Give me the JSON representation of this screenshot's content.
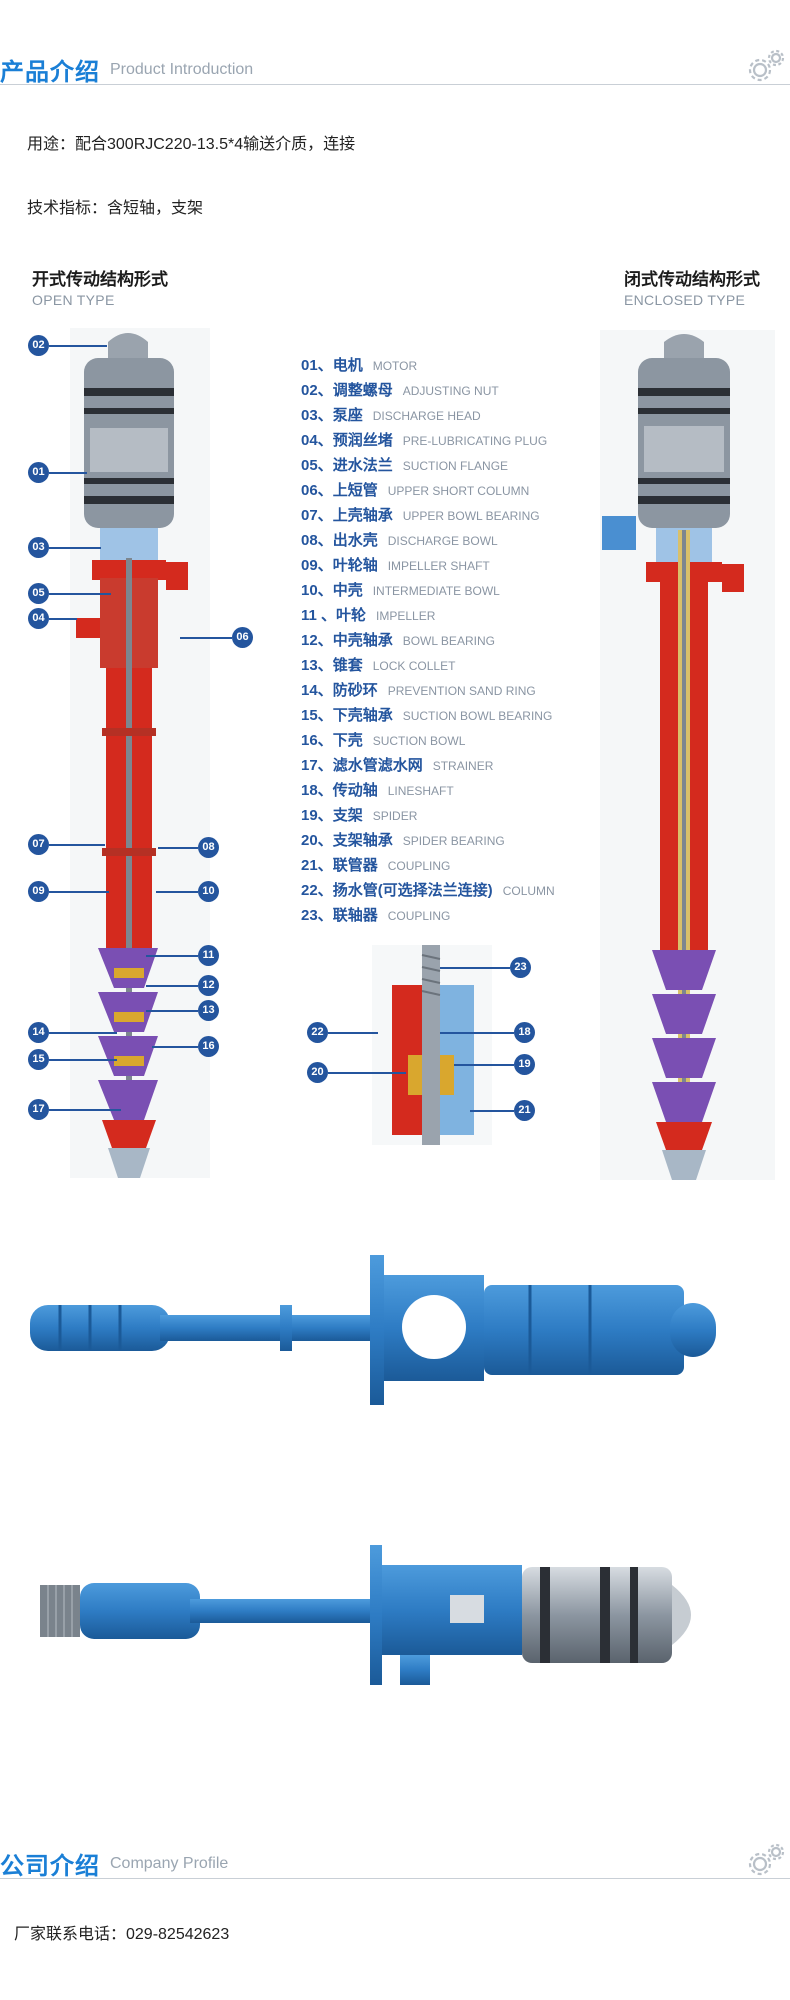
{
  "product_section": {
    "title_cn": "产品介绍",
    "title_en": "Product Introduction",
    "icon": "gears-icon"
  },
  "usage_line": "用途：配合300RJC220-13.5*4输送介质，连接",
  "spec_line": "技术指标：含短轴，支架",
  "open_type": {
    "title_cn": "开式传动结构形式",
    "title_en": "OPEN TYPE"
  },
  "enclosed_type": {
    "title_cn": "闭式传动结构形式",
    "title_en": "ENCLOSED TYPE"
  },
  "parts": [
    {
      "num": "01、",
      "cn": "电机",
      "en": "MOTOR"
    },
    {
      "num": "02、",
      "cn": "调整螺母",
      "en": "ADJUSTING NUT"
    },
    {
      "num": "03、",
      "cn": "泵座",
      "en": "DISCHARGE HEAD"
    },
    {
      "num": "04、",
      "cn": "预润丝堵",
      "en": "PRE-LUBRICATING PLUG"
    },
    {
      "num": "05、",
      "cn": "进水法兰",
      "en": "SUCTION FLANGE"
    },
    {
      "num": "06、",
      "cn": "上短管",
      "en": "UPPER SHORT COLUMN"
    },
    {
      "num": "07、",
      "cn": "上壳轴承",
      "en": "UPPER BOWL BEARING"
    },
    {
      "num": "08、",
      "cn": "出水壳",
      "en": "DISCHARGE BOWL"
    },
    {
      "num": "09、",
      "cn": "叶轮轴",
      "en": "IMPELLER SHAFT"
    },
    {
      "num": "10、",
      "cn": "中壳",
      "en": "INTERMEDIATE BOWL"
    },
    {
      "num": "11 、",
      "cn": "叶轮",
      "en": "IMPELLER"
    },
    {
      "num": "12、",
      "cn": "中壳轴承",
      "en": "BOWL BEARING"
    },
    {
      "num": "13、",
      "cn": "锥套",
      "en": "LOCK COLLET"
    },
    {
      "num": "14、",
      "cn": "防砂环",
      "en": "PREVENTION SAND RING"
    },
    {
      "num": "15、",
      "cn": "下壳轴承",
      "en": "SUCTION BOWL BEARING"
    },
    {
      "num": "16、",
      "cn": "下壳",
      "en": "SUCTION BOWL"
    },
    {
      "num": "17、",
      "cn": "滤水管滤水网",
      "en": "STRAINER"
    },
    {
      "num": "18、",
      "cn": "传动轴",
      "en": "LINESHAFT"
    },
    {
      "num": "19、",
      "cn": "支架",
      "en": "SPIDER"
    },
    {
      "num": "20、",
      "cn": "支架轴承",
      "en": "SPIDER BEARING"
    },
    {
      "num": "21、",
      "cn": "联管器",
      "en": "COUPLING"
    },
    {
      "num": "22、",
      "cn": "扬水管(可选择法兰连接)",
      "en": "COLUMN"
    },
    {
      "num": "23、",
      "cn": "联轴器",
      "en": "COUPLING"
    }
  ],
  "callouts_left": [
    "02",
    "01",
    "03",
    "05",
    "04",
    "06",
    "07",
    "08",
    "09",
    "10",
    "11",
    "12",
    "13",
    "14",
    "16",
    "15",
    "17"
  ],
  "callouts_detail": [
    "23",
    "22",
    "18",
    "20",
    "19",
    "21"
  ],
  "company_section": {
    "title_cn": "公司介绍",
    "title_en": "Company Profile",
    "icon": "gears-icon"
  },
  "contact_line": "厂家联系电话：029-82542623",
  "colors": {
    "accent": "#1a7fd6",
    "callout": "#24559e",
    "pump_red": "#d42a1e",
    "pump_blue": "#2e7cc4",
    "impeller_purple": "#7a4fb3",
    "bearing_gold": "#d9a72e"
  }
}
